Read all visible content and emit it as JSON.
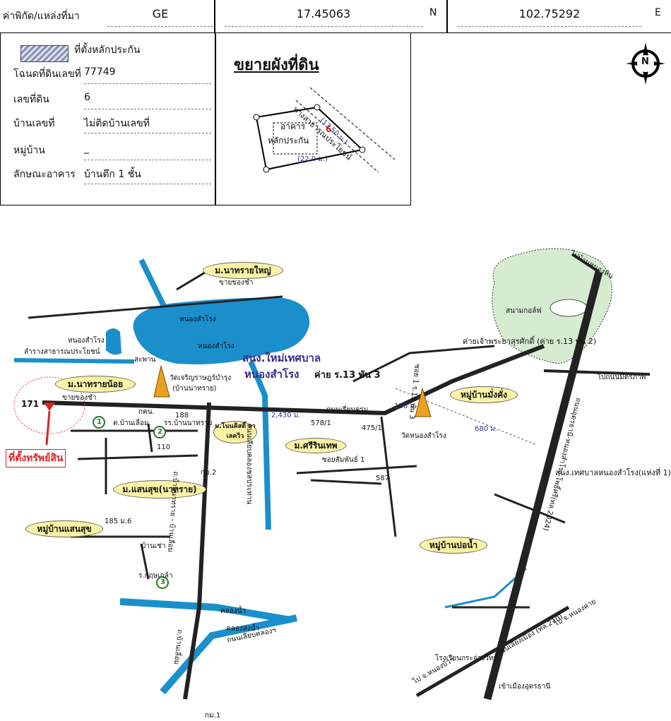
{
  "header": {
    "coord_label": "ค่าพิกัด/แหล่งที่มา",
    "source": "GE",
    "latitude": "17.45063",
    "lat_dir": "N",
    "longitude": "102.75292",
    "lon_dir": "E"
  },
  "info": {
    "legend_label": "ที่ตั้งหลักประกัน",
    "deed_label": "โฉนดที่ดินเลขที่",
    "deed_value": "77749",
    "land_no_label": "เลขที่ดิน",
    "land_no_value": "6",
    "house_no_label": "บ้านเลขที่",
    "house_no_value": "ไม่ติดบ้านเลขที่",
    "village_label": "หมู่บ้าน",
    "village_value": "_",
    "building_label": "ลักษณะอาคาร",
    "building_value": "บ้านตึก 1 ชั้น"
  },
  "plot": {
    "title": "ขยายผังที่ดิน",
    "road_label": "ทางสาธารณประโยชน์",
    "building_label_1": "อาคาร",
    "building_label_2": "หลักประกัน",
    "plot_number": "6",
    "dim_side": "(13.50 ม.)",
    "dim_bottom": "(22.0 ม.)"
  },
  "compass": {
    "letter": "N"
  },
  "map": {
    "villages": {
      "na_sai_yai": "ม.นาทรายใหญ่",
      "na_sai_noi": "ม.นาทรายน้อย",
      "saen_suk_na_sai": "ม.แสนสุข(นาทราย)",
      "saen_suk": "หมู่บ้านแสนสุข",
      "mang_khang": "หมู่บ้านมั่งคั่ง",
      "bo_nam": "หมู่บ้านบ่อน้ำ",
      "si_rin_thep": "ม.ศรีรินเทพ",
      "lakeview": "ม.โนนคิสติ์ ลาเลควิว"
    },
    "labels": {
      "site": "ที่ตั้งทรัพย์สิน",
      "site_no": "171",
      "lake": "หนองสำโรง",
      "lake2": "หนองสำโรง",
      "new_municipal": "สนง.ใหม่เทศบาล",
      "new_municipal2": "หนองสำโรง",
      "camp_r13_3": "ค่าย ร.13 พัน 3",
      "camp_r13_2": "ค่ายเจ้าพระยาสุรศักดิ์ (ค่าย ร.13 พัน 2)",
      "golf": "สนามกอล์ฟ",
      "wat_charoen": "วัดเจริญราษฎร์บำรุง",
      "wat_charoen2": "(บ้านนาทราย)",
      "wat_nong": "วัดหนองสำโรง",
      "municipal_office": "สนง.เทศบาลหนองสำโรง(แห่งที่ 1)",
      "school_udon": "โรงเรียนกระจ่างวิทย์",
      "to_nong_bua": "ไป จ.หนองบัวฯ",
      "to_nong_khai": "ไป จ.หนองคาย",
      "to_udon": "เข้าเมืองอุดรธานี",
      "to_mittraphap": "ไปถนนมิตรภาพ",
      "to_ban_nong": "ไปบ้านหนองหิน",
      "public_way": "ลำรางสาธารณประโยชน์",
      "bridge": "สะพาน",
      "canal_rd": "ถนนเลียบคลองชลประทาน",
      "canal_rd2": "ถนนเลียบคลองฯ",
      "canal": "คลองน้ำ",
      "canal2": "คลองส่งน้ำ",
      "road_na_sai": "ถ.บ้านนาทราย - บ้านเลื่อม",
      "road_ban_lueam": "ถ.บ้านเลื่อม",
      "udon_nongsamrong": "ถนนอุดรธานี-หนองสำโรง-โพธิ์ศรี(ทล.2024)",
      "udon_road2": "ถนนเลี่ยงเมือง (ทล.210)",
      "soi_r13": "ซอย 1 ร.13 พัน 3",
      "rd_nong": "ถนนเรียบครม",
      "km2": "กม.2",
      "km1": "กม.1",
      "dist_2430": "2,430 ม.",
      "dist_130": "130 ม.",
      "dist_680": "680 ม.",
      "n578": "578/1",
      "n475": "475/1",
      "n587": "587",
      "n188": "188",
      "n110": "110",
      "n185": "185 ม.6",
      "soi_sampan": "ซอยสัมพันธ์ 1",
      "kamnan": "กคน.",
      "tambon": "ต.บ้านเลื่อม",
      "school_na_sai": "รร.บ้านนาทราย",
      "ban_chao": "บ้านเช่า",
      "rorkuk": "ร.กฤษเกล้า",
      "hong_sam": "หนองสำโรง",
      "khai_khong_cha": "ขายของชำ",
      "khai_khong_cha2": "ขายของชำ",
      "c1": "1",
      "c2": "2",
      "c3": "3"
    }
  }
}
